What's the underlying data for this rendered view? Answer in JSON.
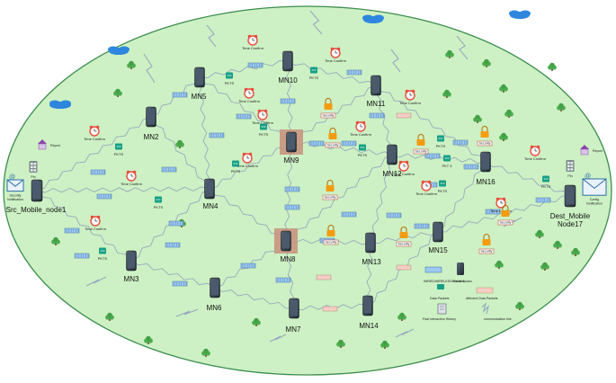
{
  "nodes": [
    {
      "id": "src",
      "label": "Src_Mobile_node1"
    },
    {
      "id": "mn2",
      "label": "MN2"
    },
    {
      "id": "mn3",
      "label": "MN3"
    },
    {
      "id": "mn4",
      "label": "MN4"
    },
    {
      "id": "mn5",
      "label": "MN5"
    },
    {
      "id": "mn6",
      "label": "MN6"
    },
    {
      "id": "mn7",
      "label": "MN7"
    },
    {
      "id": "mn8",
      "label": "MN8"
    },
    {
      "id": "mn9",
      "label": "MN9"
    },
    {
      "id": "mn10",
      "label": "MN10"
    },
    {
      "id": "mn11",
      "label": "MN11"
    },
    {
      "id": "mn12",
      "label": "MN12"
    },
    {
      "id": "mn13",
      "label": "MN13"
    },
    {
      "id": "mn14",
      "label": "MN14"
    },
    {
      "id": "mn15",
      "label": "MN15"
    },
    {
      "id": "mn16",
      "label": "MN16"
    },
    {
      "id": "dest",
      "label": "Dest_Mobile Node17"
    }
  ],
  "labels": {
    "time_confirm": "Time Confirm",
    "pkts": "PKTS",
    "pkt3": "PKT 3",
    "security": "Security",
    "report": "Report",
    "pin": "Pin",
    "security_notification": "Security Notification",
    "config_notification": "Config Notification"
  },
  "legend": {
    "wired_wireless": "WIRED/WIRELESS Packets",
    "mobile_nodes": "Mobile Nodes",
    "data_packets": "Data Packets",
    "affected_packets": "Affected Data Packets",
    "past_history": "Past interaction History",
    "comm_link": "communication link"
  },
  "colors": {
    "field": "#cdf1c4",
    "field_border": "#3b8c4e",
    "packet": "#9ec9f0",
    "affected_packet": "#f5cdc5",
    "lock": "#f39c12",
    "clock": "#e74c3c",
    "pkt_badge": "#16a085",
    "compromised": "#c8957f",
    "link": "#9aa8c0",
    "tree": "#4caf50",
    "cloud": "#2e86de"
  }
}
